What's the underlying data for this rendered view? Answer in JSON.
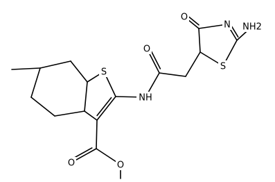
{
  "molecule": {
    "atoms": [
      {
        "id": "O_ketone",
        "label": "O"
      },
      {
        "id": "N_ring",
        "label": "N"
      },
      {
        "id": "NH2",
        "label": "NH2"
      },
      {
        "id": "S_thiazole",
        "label": "S"
      },
      {
        "id": "O_amide",
        "label": "O"
      },
      {
        "id": "S_thiophene",
        "label": "S"
      },
      {
        "id": "NH",
        "label": "NH"
      },
      {
        "id": "O_ester_carbonyl",
        "label": "O"
      },
      {
        "id": "O_ester",
        "label": "O"
      }
    ]
  }
}
